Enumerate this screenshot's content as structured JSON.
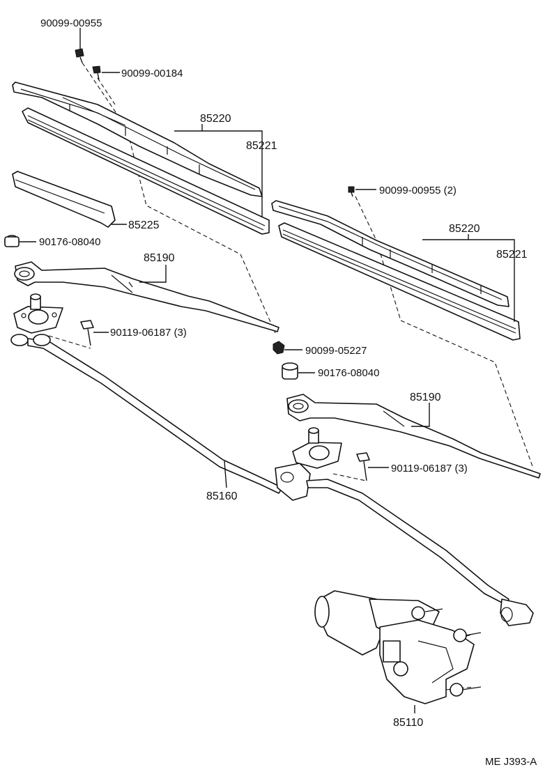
{
  "diagram_code": "ME J393-A",
  "labels": {
    "screw_top": "90099-00955",
    "screw_top2": "90099-00184",
    "blade_assy_left": "85220",
    "blade_insert_left": "85221",
    "spacer": "85225",
    "cap_left": "90176-08040",
    "arm_left": "85190",
    "bolt_left": "90119-06187 (3)",
    "nut_center": "90099-05227",
    "cap_right": "90176-08040",
    "screw_right": "90099-00955 (2)",
    "blade_assy_right": "85220",
    "blade_insert_right": "85221",
    "arm_right": "85190",
    "bolt_right": "90119-06187 (3)",
    "link": "85160",
    "motor": "85110"
  }
}
